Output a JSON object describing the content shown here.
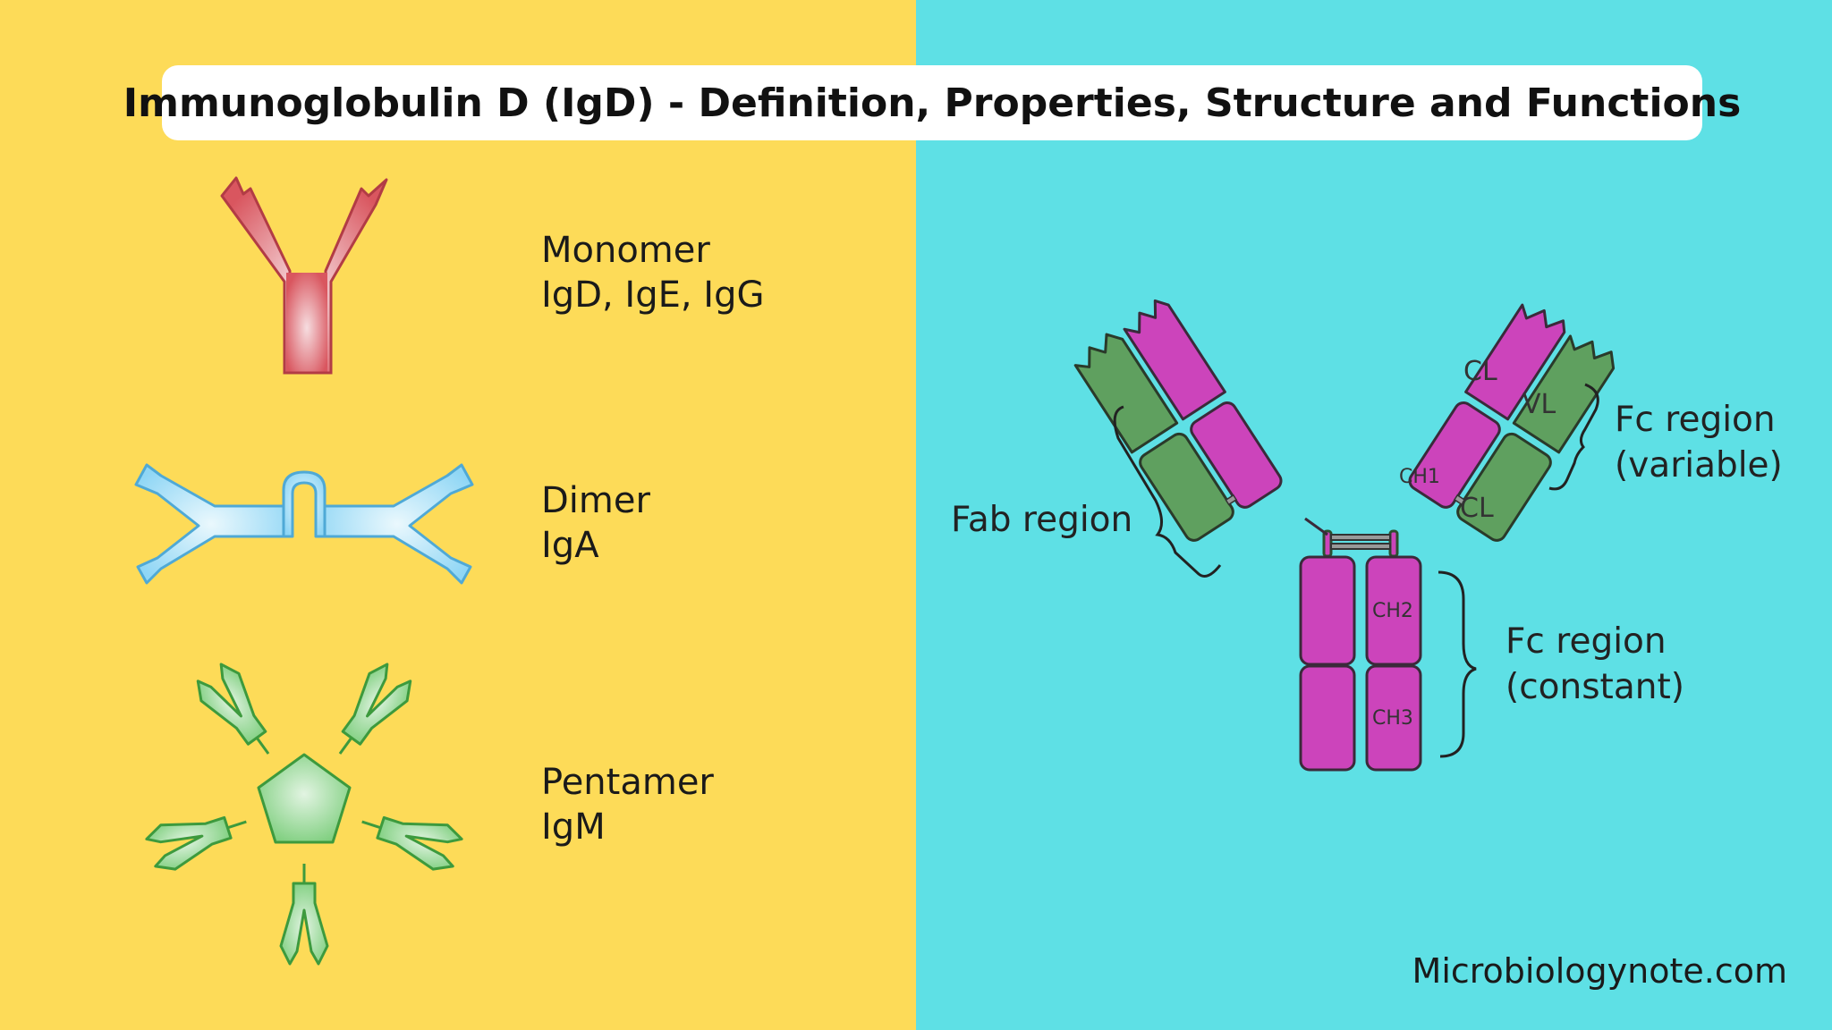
{
  "colors": {
    "left_background": "#fddb58",
    "right_background": "#5ee0e5",
    "monomer": "#d9565f",
    "dimer": "#8fd6f5",
    "pentamer": "#7fcf7f",
    "heavy_chain": "#cc44bb",
    "light_chain": "#5fa05f"
  },
  "title": "Immunoglobulin D (IgD) - Definition, Properties, Structure and Functions",
  "left_panel": {
    "monomer": {
      "line1": "Monomer",
      "line2": "IgD, IgE, IgG",
      "icon": "y-antibody-icon"
    },
    "dimer": {
      "line1": "Dimer",
      "line2": "IgA",
      "icon": "dimer-antibody-icon"
    },
    "pentamer": {
      "line1": "Pentamer",
      "line2": "IgM",
      "icon": "pentamer-antibody-icon"
    }
  },
  "right_panel": {
    "fab_region": "Fab region",
    "fc_variable": {
      "line1": "Fc region",
      "line2": "(variable)"
    },
    "fc_constant": {
      "line1": "Fc region",
      "line2": "(constant)"
    },
    "domains": {
      "cl": "CL",
      "vl": "VL",
      "ch1": "CH1",
      "ch2": "CH2",
      "ch3": "CH3"
    }
  },
  "footer": "Microbiologynote.com"
}
